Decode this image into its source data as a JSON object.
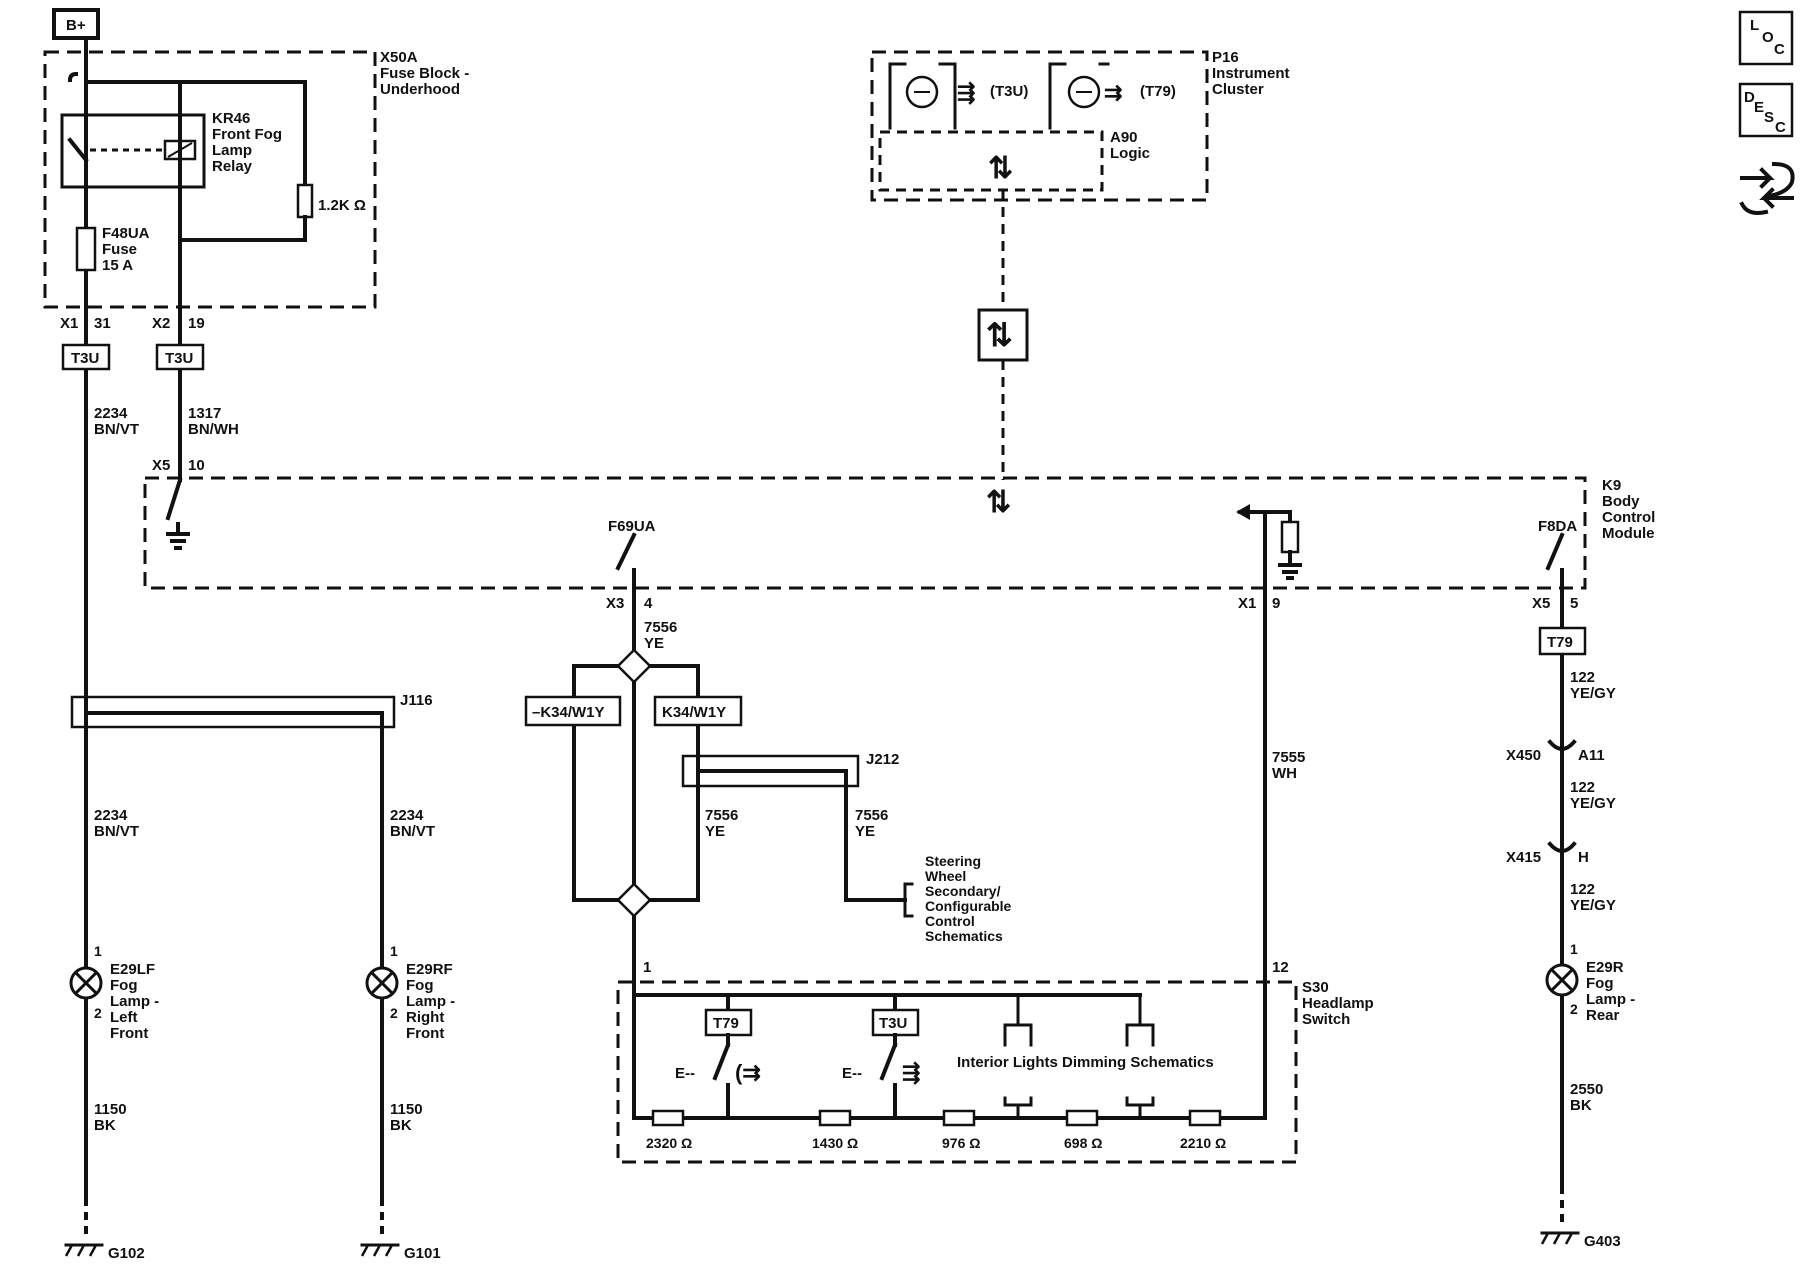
{
  "nav": {
    "loc_label": "LOC",
    "loc_l": "L",
    "loc_o": "O",
    "loc_c": "C",
    "desc_d": "D",
    "desc_e": "E",
    "desc_s": "S",
    "desc_c": "C",
    "nav_icon": "connector-arrows-icon"
  },
  "power": {
    "label": "B+"
  },
  "fuse_block": {
    "id": "X50A",
    "name1": "Fuse Block -",
    "name2": "Underhood",
    "relay_id": "KR46",
    "relay_1": "Front Fog",
    "relay_2": "Lamp",
    "relay_3": "Relay",
    "resistor": "1.2K Ω",
    "fuse_id": "F48UA",
    "fuse_2": "Fuse",
    "fuse_3": "15 A",
    "x1": "X1",
    "x1_pin": "31",
    "x2": "X2",
    "x2_pin": "19",
    "opt1": "T3U",
    "opt2": "T3U"
  },
  "wires": {
    "w2234_num": "2234",
    "w2234_col": "BN/VT",
    "w1317_num": "1317",
    "w1317_col": "BN/WH",
    "w7556_num": "7556",
    "w7556_col": "YE",
    "w7555_num": "7555",
    "w7555_col": "WH",
    "w122_num": "122",
    "w122_col": "YE/GY",
    "w1150_num": "1150",
    "w1150_col": "BK",
    "w2550_num": "2550",
    "w2550_col": "BK"
  },
  "bcm": {
    "x5": "X5",
    "x5_pin": "10",
    "id": "K9",
    "name1": "Body",
    "name2": "Control",
    "name3": "Module",
    "f69": "F69UA",
    "f8": "F8DA",
    "x3": "X3",
    "x3_pin": "4",
    "x1": "X1",
    "x1_pin": "9",
    "x5b": "X5",
    "x5b_pin": "5",
    "opt": "T79"
  },
  "cluster": {
    "id": "P16",
    "name1": "Instrument",
    "name2": "Cluster",
    "opt1": "(T3U)",
    "opt2": "(T79)",
    "logic_id": "A90",
    "logic_name": "Logic"
  },
  "splices": {
    "j116": "J116",
    "j212": "J212",
    "opt_neg": "–K34/W1Y",
    "opt_pos": "K34/W1Y"
  },
  "reference": {
    "l1": "Steering",
    "l2": "Wheel",
    "l3": "Secondary/",
    "l4": "Configurable",
    "l5": "Control",
    "l6": "Schematics"
  },
  "lamps": {
    "lf_id": "E29LF",
    "lf_1": "Fog",
    "lf_2": "Lamp -",
    "lf_3": "Left",
    "lf_4": "Front",
    "rf_id": "E29RF",
    "rf_1": "Fog",
    "rf_2": "Lamp -",
    "rf_3": "Right",
    "rf_4": "Front",
    "r_id": "E29R",
    "r_1": "Fog",
    "r_2": "Lamp -",
    "r_3": "Rear",
    "pin1": "1",
    "pin2": "2"
  },
  "connectors": {
    "x450": "X450",
    "x450_pin": "A11",
    "x415": "X415",
    "x415_pin": "H"
  },
  "switch": {
    "id": "S30",
    "name1": "Headlamp",
    "name2": "Switch",
    "pin1": "1",
    "pin12": "12",
    "opt1": "T79",
    "opt2": "T3U",
    "dimming": "Interior Lights Dimming Schematics",
    "r1": "2320 Ω",
    "r2": "1430 Ω",
    "r3": "976 Ω",
    "r4": "698 Ω",
    "r5": "2210 Ω"
  },
  "grounds": {
    "g102": "G102",
    "g101": "G101",
    "g403": "G403"
  }
}
